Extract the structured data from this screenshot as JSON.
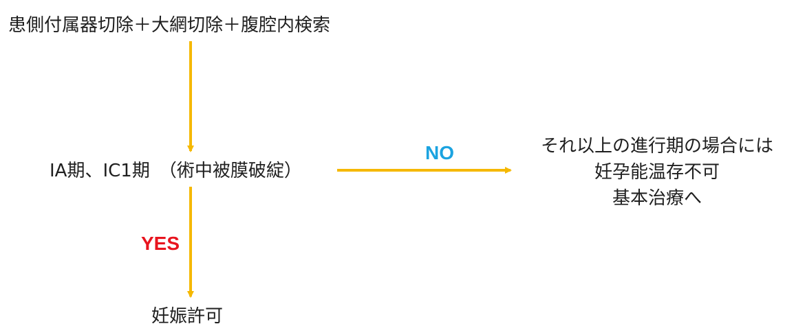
{
  "nodes": {
    "top": "患側付属器切除＋大網切除＋腹腔内検索",
    "middle": "IA期、IC1期　（術中被膜破綻）",
    "bottom": "妊娠許可",
    "right": [
      "それ以上の進行期の場合には",
      "妊孕能温存不可",
      "基本治療へ"
    ]
  },
  "edges": {
    "no_label": "NO",
    "yes_label": "YES"
  },
  "colors": {
    "arrow": "#F5B800",
    "no_label": "#1BA3E0",
    "yes_label": "#E8141E",
    "text": "#1f1f1f"
  }
}
